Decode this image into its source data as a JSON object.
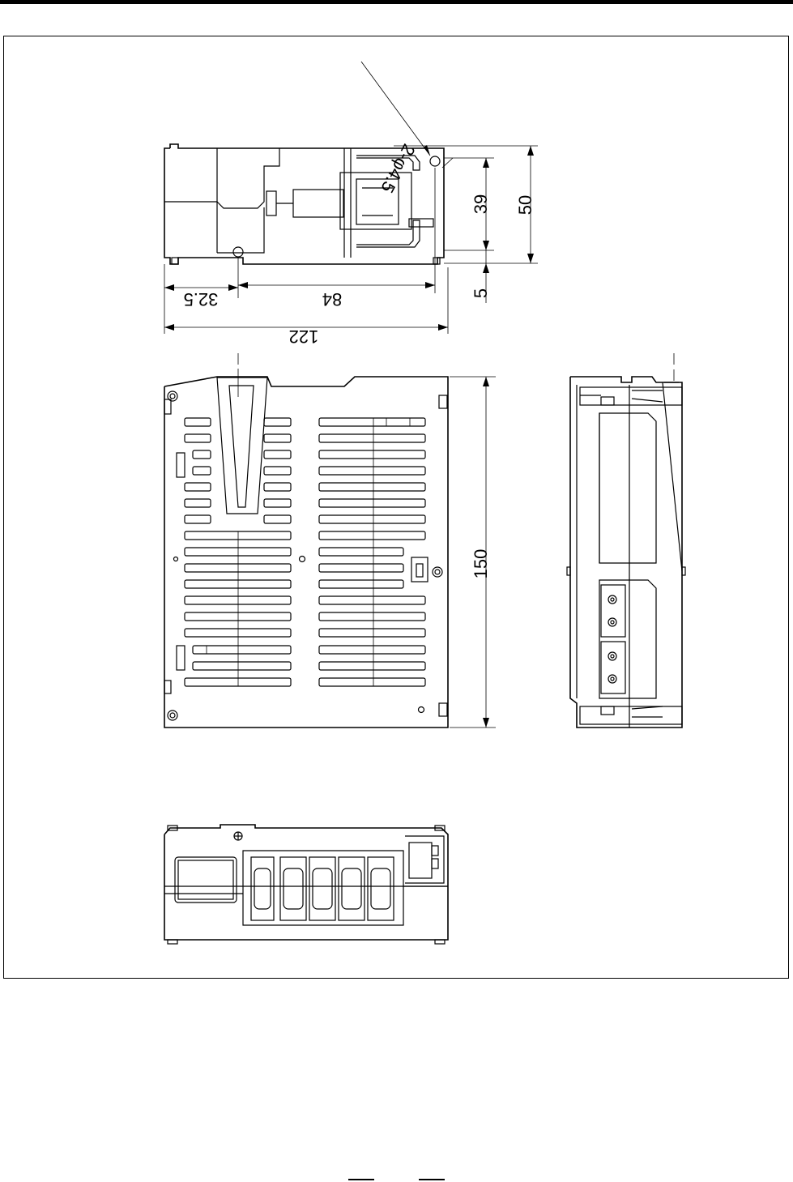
{
  "dimensions": {
    "hole_spec": "2-φ4.5",
    "height_39": "39",
    "height_50": "50",
    "offset_5": "5",
    "width_32_5": "32.5",
    "width_84": "84",
    "width_122": "122",
    "height_150": "150"
  }
}
